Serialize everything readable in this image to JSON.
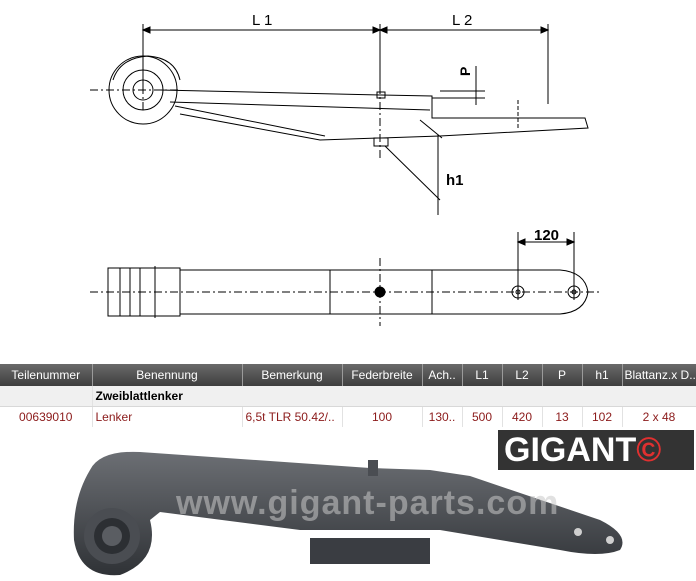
{
  "drawing": {
    "dim_l1": "L 1",
    "dim_l2": "L 2",
    "dim_p": "P",
    "dim_h1": "h1",
    "dim_120": "120"
  },
  "table": {
    "headers": [
      "Teilenummer",
      "Benennung",
      "Bemerkung",
      "Federbreite",
      "Ach..",
      "L1",
      "L2",
      "P",
      "h1",
      "Blattanz.x D.."
    ],
    "group_label": "Zweiblattlenker",
    "row": {
      "teilenummer": "00639010",
      "benennung": "Lenker",
      "bemerkung": "6,5t TLR 50.42/..",
      "federbreite": "100",
      "ach": "130..",
      "l1": "500",
      "l2": "420",
      "p": "13",
      "h1": "102",
      "blattanz": "2 x 48"
    }
  },
  "logo": {
    "text": "GIGANT",
    "ring": "©"
  },
  "watermark": "www.gigant-parts.com"
}
